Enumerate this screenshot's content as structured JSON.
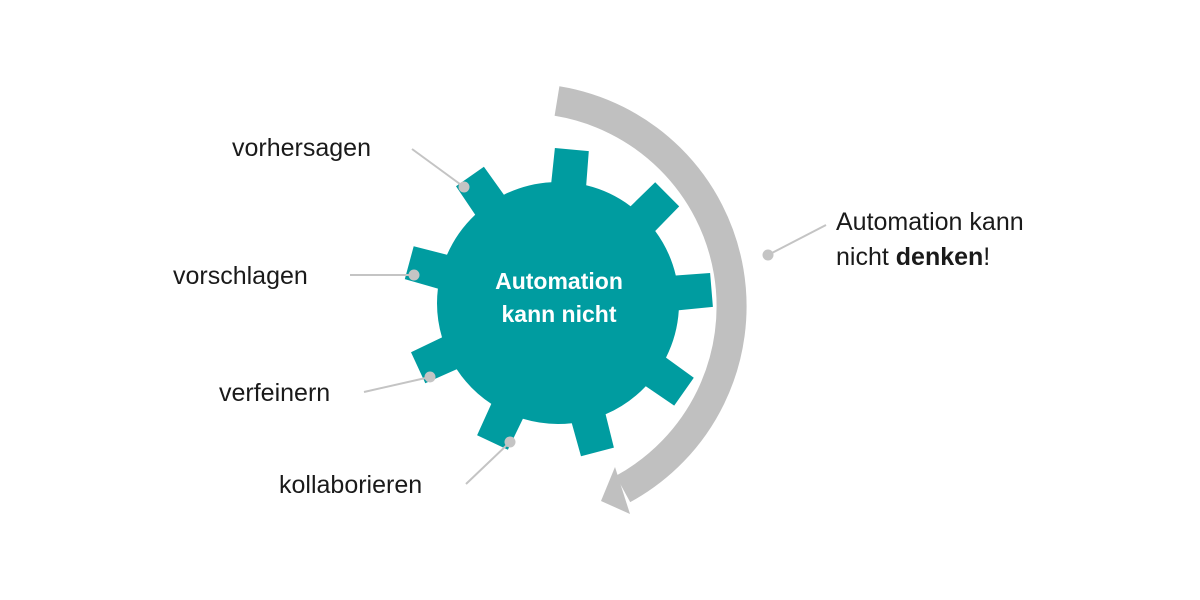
{
  "gear": {
    "line1": "Automation",
    "line2": "kann nicht",
    "color": "#009ca0"
  },
  "labels": {
    "vorhersagen": "vorhersagen",
    "vorschlagen": "vorschlagen",
    "verfeinern": "verfeinern",
    "kollaborieren": "kollaborieren"
  },
  "callout": {
    "line1": "Automation kann",
    "line2_prefix": "nicht ",
    "line2_bold": "denken",
    "line2_suffix": "!"
  },
  "colors": {
    "arrow": "#c0c0c0",
    "connector": "#c4c4c4",
    "text": "#1a1a1a"
  }
}
